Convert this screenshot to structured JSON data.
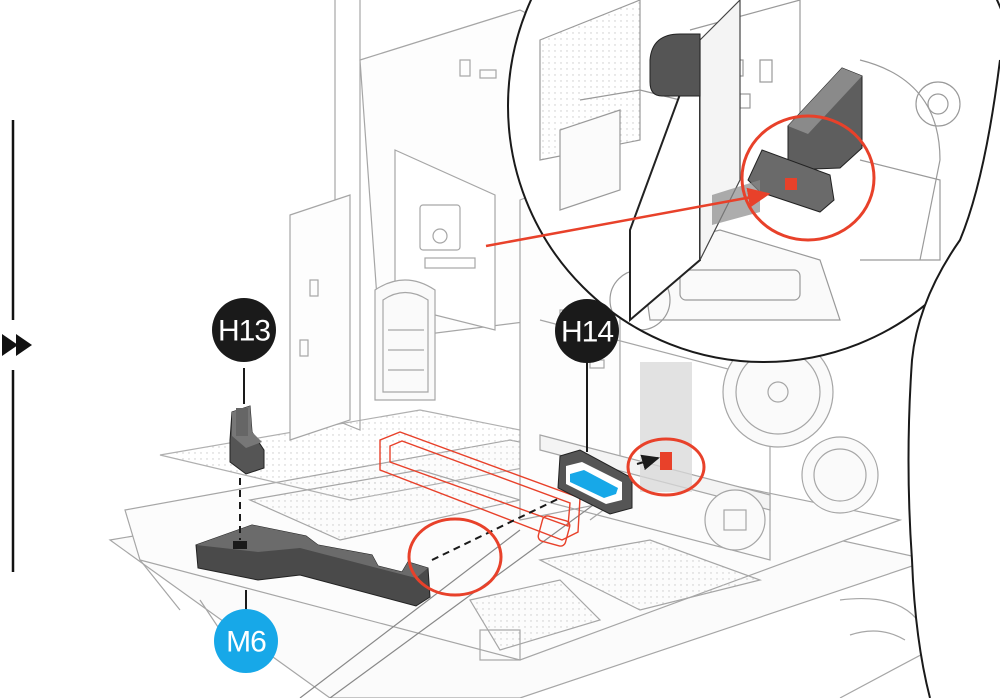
{
  "callouts": [
    {
      "id": "h13",
      "text": "H13",
      "style": "black"
    },
    {
      "id": "h14",
      "text": "H14",
      "style": "black"
    },
    {
      "id": "m6",
      "text": "M6",
      "style": "blue"
    }
  ],
  "colors": {
    "callout_black": "#1a1a1a",
    "callout_blue": "#17a8e8",
    "highlight_red": "#e8412a",
    "part_gray": "#4a4a4a",
    "outline": "#9a9a9a"
  },
  "icons": {
    "next_step": "double-arrow-right-icon"
  }
}
